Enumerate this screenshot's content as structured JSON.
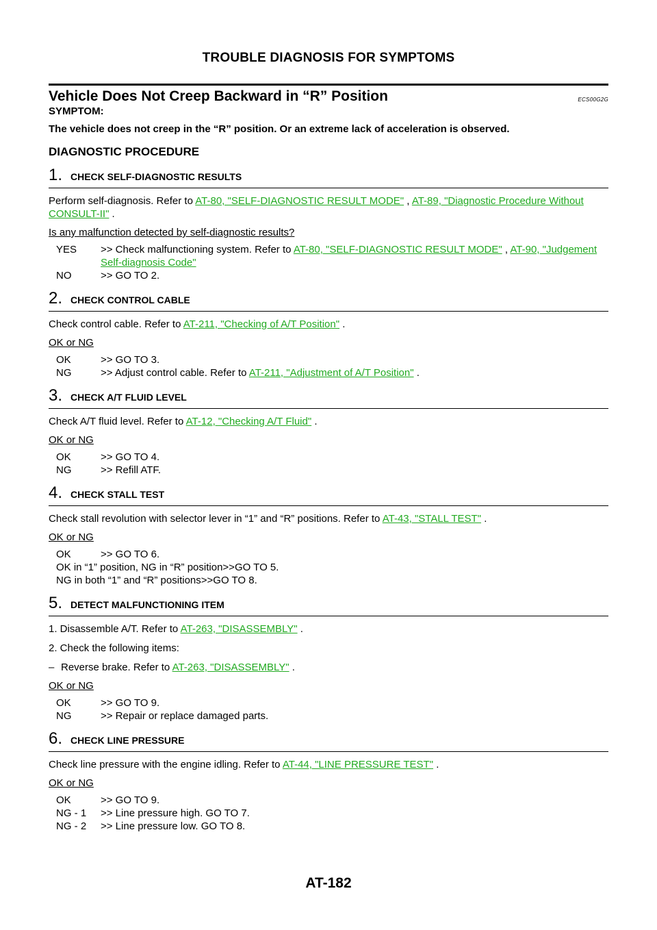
{
  "header": "TROUBLE DIAGNOSIS FOR SYMPTOMS",
  "title": "Vehicle Does Not Creep Backward in “R” Position",
  "code": "ECS00G2G",
  "symptom_label": "SYMPTOM:",
  "symptom_text": "The vehicle does not creep in the “R” position. Or an extreme lack of acceleration is observed.",
  "procedure_title": "DIAGNOSTIC PROCEDURE",
  "steps": [
    {
      "num": "1.",
      "title": "CHECK SELF-DIAGNOSTIC RESULTS",
      "para_pre": "Perform self-diagnosis. Refer to ",
      "link1": "AT-80, \"SELF-DIAGNOSTIC RESULT MODE\"",
      "sep": " , ",
      "link2": "AT-89, \"Diagnostic Procedure Without CONSULT-II\"",
      "para_post": " .",
      "question": "Is any malfunction detected by self-diagnostic results?",
      "yes_key": "YES",
      "yes_pre": ">> Check malfunctioning system. Refer to ",
      "yes_link1": "AT-80, \"SELF-DIAGNOSTIC RESULT MODE\"",
      "yes_sep": " , ",
      "yes_link2": "AT-90, \"Judgement Self-diagnosis Code\"",
      "no_key": "NO",
      "no_val": ">> GO TO 2."
    },
    {
      "num": "2.",
      "title": "CHECK CONTROL CABLE",
      "para_pre": "Check control cable. Refer to ",
      "link1": "AT-211, \"Checking of A/T Position\"",
      "para_post": " .",
      "question": "OK or NG",
      "ok_key": "OK",
      "ok_val": ">> GO TO 3.",
      "ng_key": "NG",
      "ng_pre": ">> Adjust control cable. Refer to ",
      "ng_link": "AT-211, \"Adjustment of A/T Position\"",
      "ng_post": " ."
    },
    {
      "num": "3.",
      "title": "CHECK A/T FLUID LEVEL",
      "para_pre": "Check A/T fluid level. Refer to ",
      "link1": "AT-12, \"Checking A/T Fluid\"",
      "para_post": " .",
      "question": "OK or NG",
      "ok_key": "OK",
      "ok_val": ">> GO TO 4.",
      "ng_key": "NG",
      "ng_val": ">> Refill ATF."
    },
    {
      "num": "4.",
      "title": "CHECK STALL TEST",
      "para_pre": "Check stall revolution with selector lever in “1” and “R” positions. Refer to ",
      "link1": "AT-43, \"STALL TEST\"",
      "para_post": " .",
      "question": "OK or NG",
      "ok_key": "OK",
      "ok_val": ">> GO TO 6.",
      "line2": "OK in “1” position, NG in “R” position>>GO TO 5.",
      "line3": "NG in both “1” and “R” positions>>GO TO 8."
    },
    {
      "num": "5.",
      "title": "DETECT MALFUNCTIONING ITEM",
      "item1_pre": "1.   Disassemble A/T. Refer to ",
      "item1_link": "AT-263, \"DISASSEMBLY\"",
      "item1_post": " .",
      "item2": "2.   Check the following items:",
      "dash": "–",
      "bullet_pre": "Reverse brake. Refer to ",
      "bullet_link": "AT-263, \"DISASSEMBLY\"",
      "bullet_post": " .",
      "question": "OK or NG",
      "ok_key": "OK",
      "ok_val": ">> GO TO 9.",
      "ng_key": "NG",
      "ng_val": ">> Repair or replace damaged parts."
    },
    {
      "num": "6.",
      "title": "CHECK LINE PRESSURE",
      "para_pre": "Check line pressure with the engine idling. Refer to ",
      "link1": "AT-44, \"LINE PRESSURE TEST\"",
      "para_post": " .",
      "question": "OK or NG",
      "ok_key": "OK",
      "ok_val": ">> GO TO 9.",
      "ng1_key": "NG - 1",
      "ng1_val": ">> Line pressure high. GO TO 7.",
      "ng2_key": "NG - 2",
      "ng2_val": ">> Line pressure low. GO TO 8."
    }
  ],
  "footer": "AT-182"
}
